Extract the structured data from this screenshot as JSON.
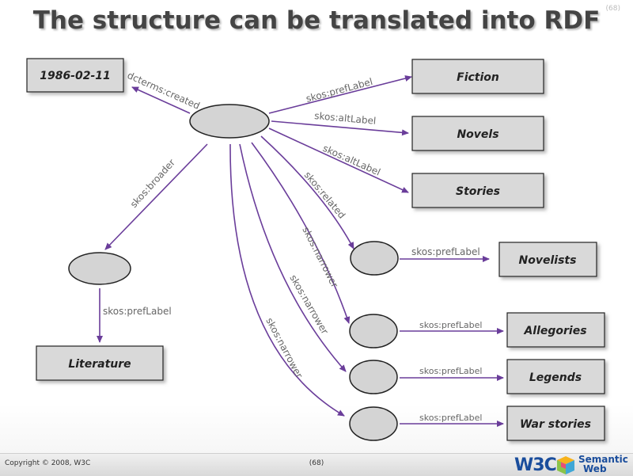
{
  "title": "The structure can be translated into RDF",
  "top_page_number": "(68)",
  "nodes": {
    "date": "1986-02-11",
    "fiction": "Fiction",
    "novels": "Novels",
    "stories": "Stories",
    "novelists": "Novelists",
    "allegories": "Allegories",
    "legends": "Legends",
    "war_stories": "War stories",
    "literature": "Literature"
  },
  "edges": {
    "created": "dcterms:created",
    "pref_fiction": "skos:prefLabel",
    "alt_novels": "skos:altLabel",
    "alt_stories": "skos:altLabel",
    "related": "skos:related",
    "broader": "skos:broader",
    "narrower_1": "skos:narrower",
    "narrower_2": "skos:narrower",
    "narrower_3": "skos:narrower",
    "pref_novelists": "skos:prefLabel",
    "pref_allegories": "skos:prefLabel",
    "pref_legends": "skos:prefLabel",
    "pref_war": "skos:prefLabel",
    "pref_literature": "skos:prefLabel"
  },
  "footer": {
    "copyright": "Copyright © 2008, W3C",
    "page": "(68)",
    "logo_w3c": "W3C",
    "logo_reg": "®",
    "logo_sw_1": "Semantic",
    "logo_sw_2": "Web"
  },
  "colors": {
    "arrow": "#6a3d9a",
    "node_fill": "#d4d4d4",
    "box_fill": "#d9d9d9"
  }
}
